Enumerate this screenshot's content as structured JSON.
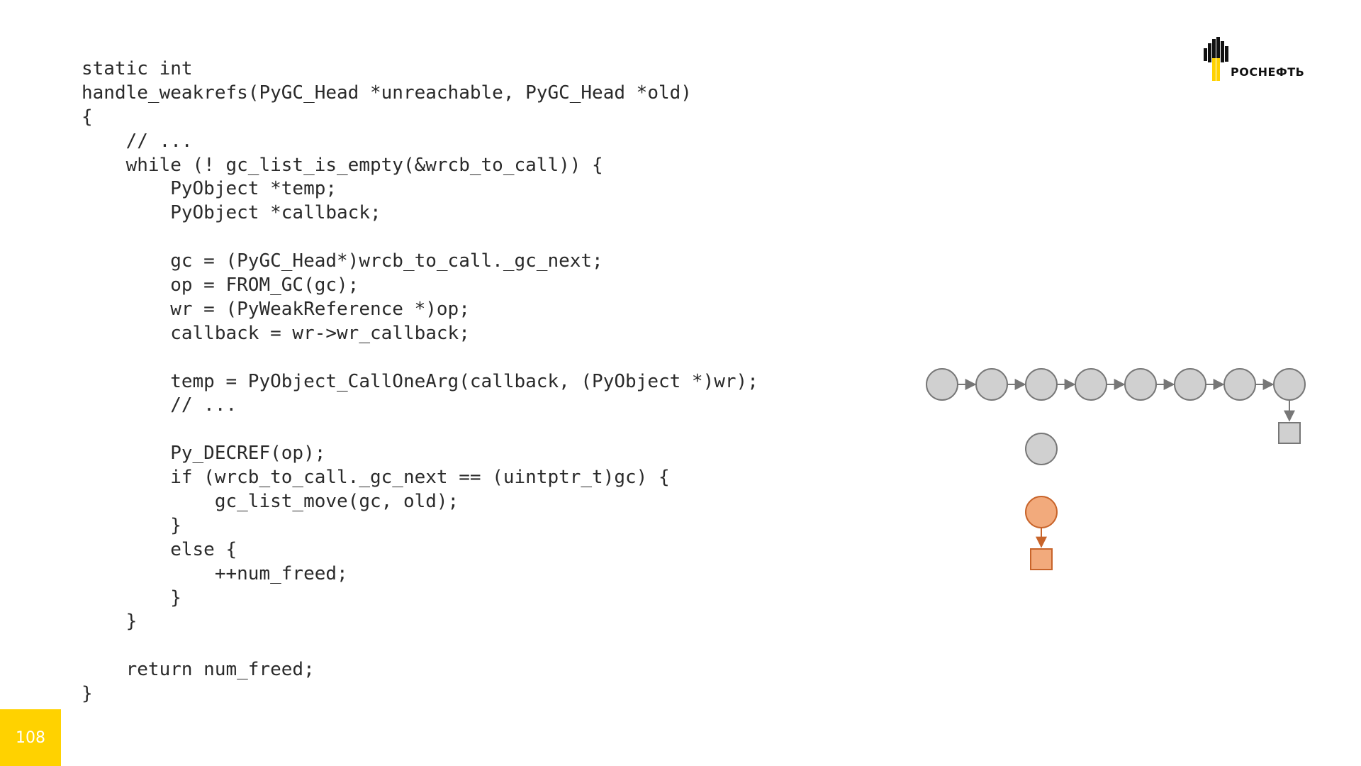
{
  "code": {
    "lines": [
      "static int",
      "handle_weakrefs(PyGC_Head *unreachable, PyGC_Head *old)",
      "{",
      "    // ...",
      "    while (! gc_list_is_empty(&wrcb_to_call)) {",
      "        PyObject *temp;",
      "        PyObject *callback;",
      "",
      "        gc = (PyGC_Head*)wrcb_to_call._gc_next;",
      "        op = FROM_GC(gc);",
      "        wr = (PyWeakReference *)op;",
      "        callback = wr->wr_callback;",
      "",
      "        temp = PyObject_CallOneArg(callback, (PyObject *)wr);",
      "        // ...",
      "",
      "        Py_DECREF(op);",
      "        if (wrcb_to_call._gc_next == (uintptr_t)gc) {",
      "            gc_list_move(gc, old);",
      "        }",
      "        else {",
      "            ++num_freed;",
      "        }",
      "    }",
      "",
      "    return num_freed;",
      "}"
    ]
  },
  "logo": {
    "text": "РОСНЕФТЬ",
    "colors": {
      "mark": "#111111",
      "accent": "#ffd200"
    }
  },
  "diagram": {
    "chain_node_count": 8,
    "colors": {
      "node_fill": "#d0d0d0",
      "node_stroke": "#777777",
      "highlight_fill": "#f2aa7c",
      "highlight_stroke": "#c8642a"
    }
  },
  "page": {
    "number": "108",
    "badge_color": "#ffd200"
  }
}
